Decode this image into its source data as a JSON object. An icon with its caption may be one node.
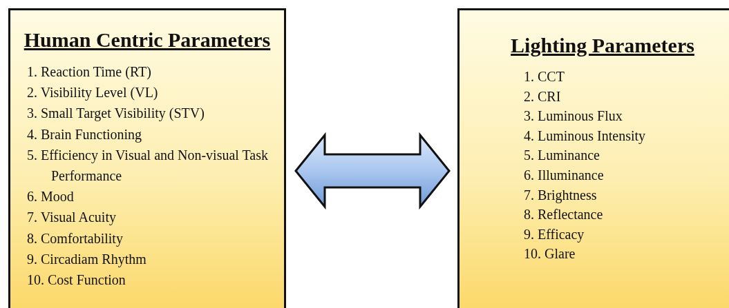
{
  "diagram": {
    "nodes": [
      {
        "text": [
          "Human Centric Parameters",
          "1. Reaction Time (RT)",
          "2. Visibility Level (VL)",
          "3. Small Target Visibility (STV)",
          "4. Brain Functioning",
          "5. Efficiency in Visual and Non-visual Task Performance",
          "6. Mood",
          "7. Visual Acuity",
          "8. Comfortability",
          "9. Circadiam Rhythm",
          "10. Cost Function"
        ]
      },
      {
        "text": [
          "Lighting Parameters",
          "1. CCT",
          "2. CRI",
          "3. Luminous Flux",
          "4. Luminous Intensity",
          "5. Luminance",
          "6. Illuminance",
          "7. Brightness",
          "8. Reflectance",
          "9. Efficacy",
          "10. Glare"
        ]
      }
    ],
    "edges": [
      {
        "from": 0,
        "to": 1,
        "arrow": "both"
      }
    ]
  }
}
